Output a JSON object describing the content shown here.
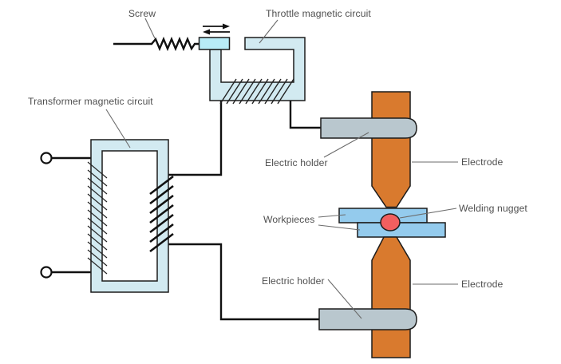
{
  "diagram": {
    "title_hint": "spot-welding machine schematic",
    "labels": {
      "screw": "Screw",
      "throttle_circuit": "Throttle magnetic circuit",
      "transformer_circuit": "Transformer magnetic circuit",
      "electric_holder_upper": "Electric holder",
      "electrode_upper": "Electrode",
      "workpieces": "Workpieces",
      "welding_nugget": "Welding nugget",
      "electric_holder_lower": "Electric holder",
      "electrode_lower": "Electrode"
    },
    "colors": {
      "background": "#ffffff",
      "core_fill": "#d2eaf1",
      "armature_fill": "#b8ecf7",
      "workpiece_fill": "#94cbed",
      "holder_fill": "#b9c7ce",
      "electrode_fill": "#d97a2e",
      "nugget_fill": "#f15f5f",
      "outline": "#1c1c1c",
      "wire": "#111111",
      "label_text": "#4f4f4f",
      "leader_line": "#6b6b6b"
    }
  }
}
